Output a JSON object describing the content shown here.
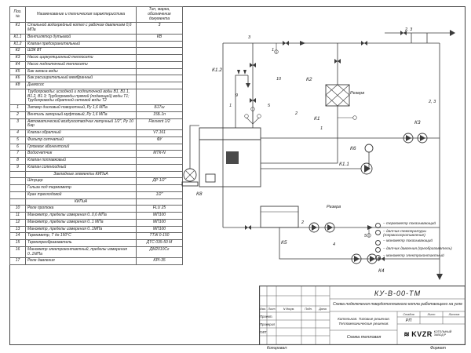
{
  "spec_table": {
    "headers": {
      "pos": "Поз. №",
      "name": "Наименование и техническая характеристика",
      "type": "Тип, марка, обозначение документа"
    },
    "rows": [
      {
        "pos": "К1",
        "name": "Стальной водогрейный котел с рабочим давлением 0,6 МПа",
        "type": "3"
      },
      {
        "pos": "К1.1",
        "name": "Вентилятор дутьевой",
        "type": "КВ"
      },
      {
        "pos": "К1.2",
        "name": "Клапан предохранительный",
        "type": ""
      },
      {
        "pos": "К2",
        "name": "ШЗК ВТ",
        "type": ""
      },
      {
        "pos": "К3",
        "name": "Насос циркуляционный теплосети",
        "type": ""
      },
      {
        "pos": "К4",
        "name": "Насос подпиточный теплосети",
        "type": ""
      },
      {
        "pos": "К5",
        "name": "Бак запаса воды",
        "type": ""
      },
      {
        "pos": "К6",
        "name": "Бак расширительный мембранный",
        "type": ""
      },
      {
        "pos": "К8",
        "name": "Дымосос",
        "type": ""
      },
      {
        "pos": "",
        "name": "Трубопроводы: исходной и подпиточной воды В1, В1.1, В1.2, В1.3; Трубопроводы прямой (подающей) воды Т1; Трубопроводы обратной сетевой воды Т2",
        "type": "",
        "cls": "note"
      },
      {
        "pos": "1",
        "name": "Затвор дисковый поворотный, Ру 1,6 МПа",
        "type": "Б17ш"
      },
      {
        "pos": "2",
        "name": "Вентиль запорный муфтовый, Ру 1,6 МПа",
        "type": "15Б.1п"
      },
      {
        "pos": "3",
        "name": "Автоматический воздухоотводчик латунный 1/2\", Ру 10 Бар",
        "type": "Flexvent 1/2"
      },
      {
        "pos": "4",
        "name": "Клапан обратный",
        "type": "V7.161"
      },
      {
        "pos": "5",
        "name": "Фильтр сетчатый",
        "type": "ФУ"
      },
      {
        "pos": "6",
        "name": "Грязевик абонентский",
        "type": ""
      },
      {
        "pos": "7",
        "name": "Водосчетчик",
        "type": "МТК-N"
      },
      {
        "pos": "8",
        "name": "Клапан поплавковый",
        "type": ""
      },
      {
        "pos": "9",
        "name": "Клапан соленоидный",
        "type": ""
      },
      {
        "pos": "",
        "name": "Закладные элементы КИПиА",
        "type": "",
        "cls": "section"
      },
      {
        "pos": "",
        "name": "Штуцер",
        "type": "ДР 1/2\""
      },
      {
        "pos": "",
        "name": "Гильза под термометр",
        "type": ""
      },
      {
        "pos": "",
        "name": "Кран трехходовой",
        "type": "1/2\""
      },
      {
        "pos": "",
        "name": "КИПиА",
        "type": "",
        "cls": "section"
      },
      {
        "pos": "10",
        "name": "Реле протока",
        "type": "FLU 25"
      },
      {
        "pos": "11",
        "name": "Манометр, пределы измерения 0..0,6 МПа",
        "type": "МП100"
      },
      {
        "pos": "12",
        "name": "Манометр, пределы измерения 0..1 МПа",
        "type": "МП100"
      },
      {
        "pos": "13",
        "name": "Манометр, пределы измерения 0..1МПа",
        "type": "МП100"
      },
      {
        "pos": "14",
        "name": "Термометр, Т до 150°С",
        "type": "ТТЖ 0-150"
      },
      {
        "pos": "15",
        "name": "Термопреобразователь",
        "type": "ДТС 035-50 М"
      },
      {
        "pos": "16",
        "name": "Манометр электроконтактный, пределы измерения 0..1МПа",
        "type": "ДМ2010Сг"
      },
      {
        "pos": "17",
        "name": "Реле давления",
        "type": "KPI-35"
      }
    ]
  },
  "diagram": {
    "labels": [
      "2, 3",
      "3",
      "1",
      "10",
      "К1.2",
      "К2",
      "Резерв",
      "1",
      "5",
      "2",
      "К1",
      "2, 3",
      "К3",
      "К6",
      "К1.1",
      "1",
      "К8",
      "Резерв",
      "К5",
      "5",
      "К4",
      "2",
      "9",
      "4"
    ],
    "legend": [
      "– термометр показывающий",
      "– датчик температуры (термосопротивление)",
      "– манометр показывающий",
      "– датчик давления (преобразователь)",
      "– манометр электроконтактный"
    ]
  },
  "titleblock": {
    "doc_number": "КУ-В-00-ТМ",
    "project_title": "Схема подключения твердотопливного котла работающего на угле",
    "object_title": "Котельная. Типовые решения. Тепломеханические решения.",
    "sheet_title": "Схема тепловая",
    "stage_header": "Стадия",
    "sheet_header": "Лист",
    "sheets_header": "Листов",
    "stage_value": "РП",
    "rev_headers": {
      "izm": "Изм.",
      "list": "Лист",
      "ndoc": "N докум.",
      "podp": "Подп.",
      "data": "Дата"
    },
    "roles": {
      "r1": "Проект.",
      "r2": "Проверил",
      "r3": "ГИП"
    },
    "logo_icon": "≋",
    "company_logo": "KVZR",
    "company_name": "КОТЕЛЬНЫЙ ЗАВОД Р"
  },
  "footer": {
    "copied": "Копировал:",
    "format": "Формат"
  }
}
